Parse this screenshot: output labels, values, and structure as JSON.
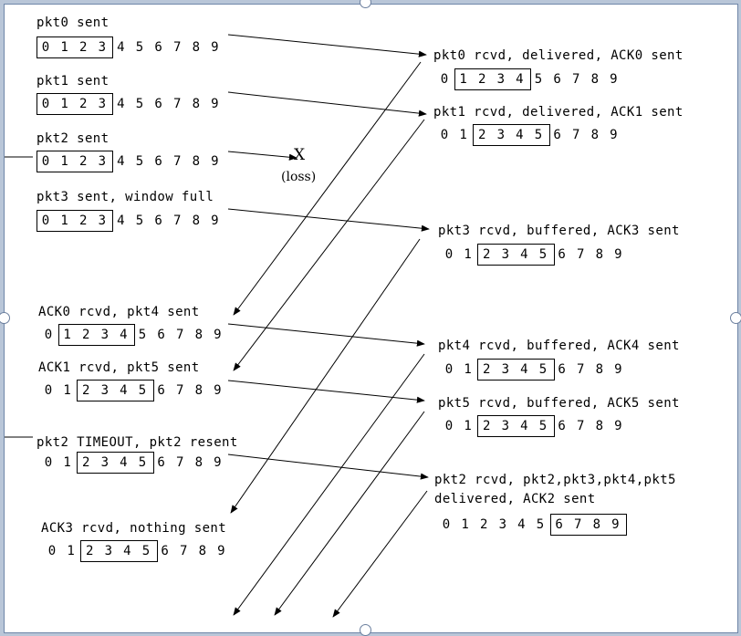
{
  "sender": [
    {
      "label": "pkt0 sent",
      "digits": [
        "0",
        "1",
        "2",
        "3",
        "4",
        "5",
        "6",
        "7",
        "8",
        "9"
      ],
      "window": [
        0,
        3
      ]
    },
    {
      "label": "pkt1 sent",
      "digits": [
        "0",
        "1",
        "2",
        "3",
        "4",
        "5",
        "6",
        "7",
        "8",
        "9"
      ],
      "window": [
        0,
        3
      ]
    },
    {
      "label": "pkt2 sent",
      "digits": [
        "0",
        "1",
        "2",
        "3",
        "4",
        "5",
        "6",
        "7",
        "8",
        "9"
      ],
      "window": [
        0,
        3
      ]
    },
    {
      "label": "pkt3 sent, window full",
      "digits": [
        "0",
        "1",
        "2",
        "3",
        "4",
        "5",
        "6",
        "7",
        "8",
        "9"
      ],
      "window": [
        0,
        3
      ]
    },
    {
      "label": "ACK0 rcvd, pkt4 sent",
      "digits": [
        "0",
        "1",
        "2",
        "3",
        "4",
        "5",
        "6",
        "7",
        "8",
        "9"
      ],
      "window": [
        1,
        4
      ]
    },
    {
      "label": "ACK1 rcvd, pkt5 sent",
      "digits": [
        "0",
        "1",
        "2",
        "3",
        "4",
        "5",
        "6",
        "7",
        "8",
        "9"
      ],
      "window": [
        2,
        5
      ]
    },
    {
      "label": "pkt2 TIMEOUT, pkt2 resent",
      "digits": [
        "0",
        "1",
        "2",
        "3",
        "4",
        "5",
        "6",
        "7",
        "8",
        "9"
      ],
      "window": [
        2,
        5
      ]
    },
    {
      "label": "ACK3 rcvd, nothing sent",
      "digits": [
        "0",
        "1",
        "2",
        "3",
        "4",
        "5",
        "6",
        "7",
        "8",
        "9"
      ],
      "window": [
        2,
        5
      ]
    }
  ],
  "receiver": [
    {
      "label": "pkt0 rcvd, delivered, ACK0 sent",
      "digits": [
        "0",
        "1",
        "2",
        "3",
        "4",
        "5",
        "6",
        "7",
        "8",
        "9"
      ],
      "window": [
        1,
        4
      ]
    },
    {
      "label": "pkt1 rcvd, delivered, ACK1 sent",
      "digits": [
        "0",
        "1",
        "2",
        "3",
        "4",
        "5",
        "6",
        "7",
        "8",
        "9"
      ],
      "window": [
        2,
        5
      ]
    },
    {
      "label": "pkt3 rcvd, buffered, ACK3 sent",
      "digits": [
        "0",
        "1",
        "2",
        "3",
        "4",
        "5",
        "6",
        "7",
        "8",
        "9"
      ],
      "window": [
        2,
        5
      ]
    },
    {
      "label": "pkt4 rcvd, buffered, ACK4 sent",
      "digits": [
        "0",
        "1",
        "2",
        "3",
        "4",
        "5",
        "6",
        "7",
        "8",
        "9"
      ],
      "window": [
        2,
        5
      ]
    },
    {
      "label": "pkt5 rcvd, buffered, ACK5 sent",
      "digits": [
        "0",
        "1",
        "2",
        "3",
        "4",
        "5",
        "6",
        "7",
        "8",
        "9"
      ],
      "window": [
        2,
        5
      ]
    },
    {
      "label": "pkt2 rcvd, pkt2,pkt3,pkt4,pkt5",
      "label2": "delivered, ACK2 sent",
      "digits": [
        "0",
        "1",
        "2",
        "3",
        "4",
        "5",
        "6",
        "7",
        "8",
        "9"
      ],
      "window": [
        6,
        9
      ]
    }
  ],
  "loss": {
    "mark": "X",
    "text": "(loss)"
  },
  "colors": {
    "line": "#000000",
    "selection": "#6b7f9e",
    "background": "#ffffff"
  }
}
